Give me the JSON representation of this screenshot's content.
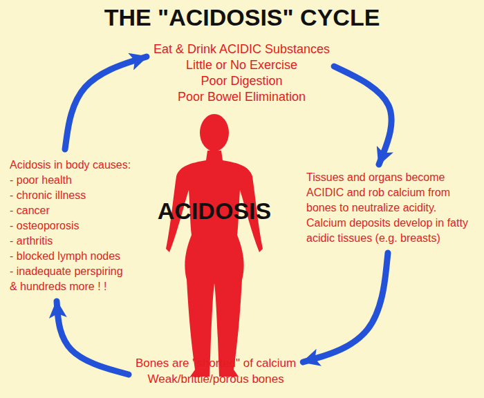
{
  "diagram": {
    "title": "THE \"ACIDOSIS\" CYCLE",
    "nodes": [
      {
        "text": [
          "Eat & Drink ACIDIC Substances",
          "Little or No Exercise",
          "Poor Digestion",
          "Poor Bowel Elimination"
        ]
      },
      {
        "text": [
          "Acidosis in body causes:",
          "- poor health",
          "- chronic illness",
          "- cancer",
          "- osteoporosis",
          "- arthritis",
          "- blocked lymph nodes",
          "- inadequate perspiring",
          "& hundreds more ! !"
        ]
      },
      {
        "text": [
          "ACIDOSIS"
        ]
      },
      {
        "text": [
          "Tissues and organs become ACIDIC and rob calcium from bones to neutralize acidity.",
          "Calcium deposits develop in fatty acidic tissues (e.g. breasts)"
        ]
      },
      {
        "text": [
          "Bones are \"shorted\" of calcium",
          "Weak/brittle/porous bones"
        ]
      }
    ],
    "edges": [
      {
        "from": 0,
        "to": 3,
        "arrow": "to"
      },
      {
        "from": 3,
        "to": 4,
        "arrow": "to"
      },
      {
        "from": 4,
        "to": 1,
        "arrow": "to"
      },
      {
        "from": 1,
        "to": 0,
        "arrow": "to"
      }
    ]
  }
}
